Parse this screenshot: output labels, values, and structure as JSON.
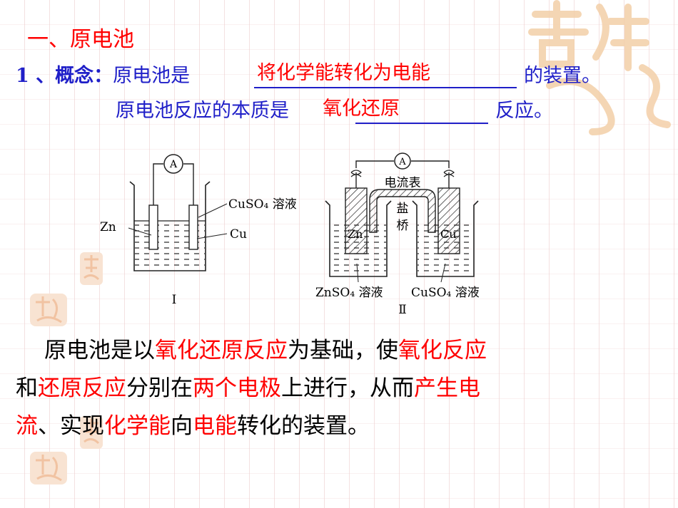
{
  "section_title": "一、原电池",
  "concept": {
    "label": "1 、概念：",
    "line1_prefix": "原电池是",
    "line1_blank": "将化学能转化为电能",
    "line1_suffix": "的装置。",
    "line2_prefix": "原电池反应的本质是",
    "line2_blank": "氧化还原",
    "line2_suffix": "反应。"
  },
  "figure": {
    "cell1": {
      "ammeter": "A",
      "left_label": "Zn",
      "right_label": "Cu",
      "solution_label": "CuSO₄ 溶液",
      "caption": "Ⅰ"
    },
    "cell2": {
      "ammeter": "A",
      "ammeter_label": "电流表",
      "bridge_label_1": "盐",
      "bridge_label_2": "桥",
      "left_electrode": "Zn",
      "right_electrode": "Cu",
      "left_solution": "ZnSO₄ 溶液",
      "right_solution": "CuSO₄ 溶液",
      "caption": "Ⅱ"
    }
  },
  "paragraph": {
    "s1": "原电池是以",
    "s2": "氧化还原反应",
    "s3": "为基础，使",
    "s4": "氧化反应",
    "s5": "和",
    "s6": "还原反应",
    "s7": "分别在",
    "s8": "两个电极",
    "s9": "上进行，从而",
    "s10": "产生电",
    "s11": "流",
    "s12": "、实现",
    "s13": "化学能",
    "s14": "向",
    "s15": "电能",
    "s16": "转化的装置。"
  },
  "colors": {
    "accent_red": "#ff0000",
    "blue": "#1f1fc8"
  }
}
